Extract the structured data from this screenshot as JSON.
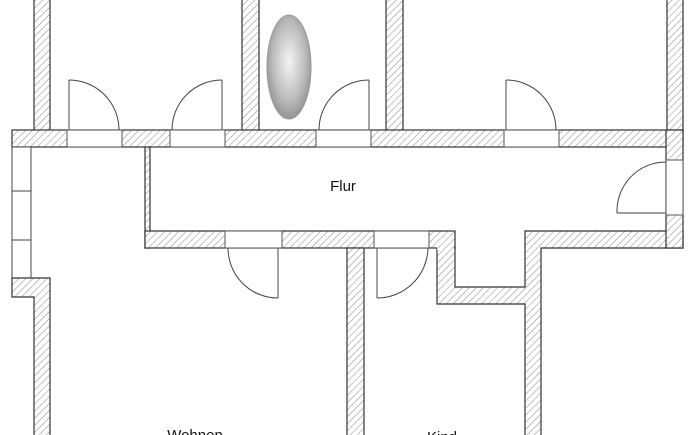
{
  "plan": {
    "rooms": {
      "flur": "Flur",
      "wohnen": "Wohnen",
      "kind": "Kind"
    },
    "colors": {
      "wall_stroke": "#333333",
      "hatch": "#888888",
      "background": "#ffffff"
    }
  }
}
